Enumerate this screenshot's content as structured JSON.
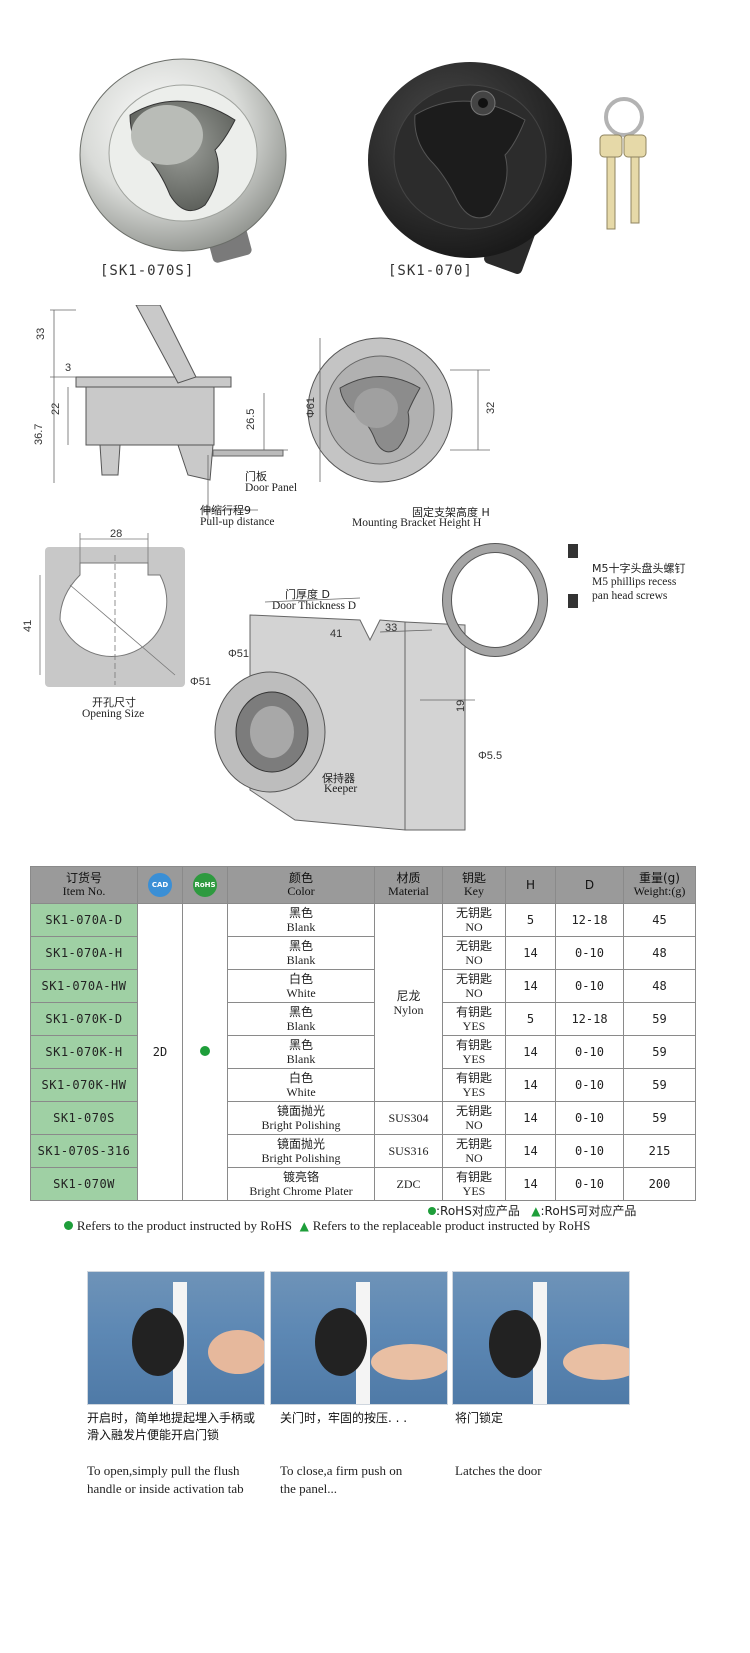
{
  "products": {
    "steel_caption": "[SK1-070S]",
    "nylon_caption": "[SK1-070]"
  },
  "side_view": {
    "dims": [
      "33",
      "3",
      "22",
      "36.7",
      "26.5"
    ],
    "door_panel_zh": "门板",
    "door_panel_en": "Door Panel",
    "pullup_zh": "伸缩行程9",
    "pullup_en": "Pull-up  distance"
  },
  "front_view": {
    "dims": [
      "Φ61",
      "32"
    ],
    "bracket_zh": "固定支架高度 H",
    "bracket_en": "Mounting Bracket Height H"
  },
  "opening": {
    "dims": [
      "28",
      "41",
      "Φ51"
    ],
    "label_zh": "开孔尺寸",
    "label_en": "Opening Size"
  },
  "install": {
    "door_thickness_zh": "门厚度 D",
    "door_thickness_en": "Door Thickness D",
    "dims": [
      "41",
      "33",
      "Φ51",
      "19",
      "Φ5.5"
    ],
    "keeper_zh": "保持器",
    "keeper_en": "Keeper",
    "screws_zh": "M5十字头盘头螺钉",
    "screws_en_1": "M5 phillips recess",
    "screws_en_2": "pan head screws"
  },
  "table": {
    "headers": {
      "item_zh": "订货号",
      "item_en": "Item No.",
      "cad": "CAD",
      "rohs": "RoHS",
      "color_zh": "颜色",
      "color_en": "Color",
      "material_zh": "材质",
      "material_en": "Material",
      "key_zh": "钥匙",
      "key_en": "Key",
      "h": "H",
      "d": "D",
      "weight_zh": "重量(g)",
      "weight_en": "Weight:(g)"
    },
    "cad_value": "2D",
    "rows": [
      {
        "item": "SK1-070A-D",
        "color_zh": "黑色",
        "color_en": "Blank",
        "key_zh": "无钥匙",
        "key_en": "NO",
        "h": "5",
        "d": "12-18",
        "w": "45"
      },
      {
        "item": "SK1-070A-H",
        "color_zh": "黑色",
        "color_en": "Blank",
        "key_zh": "无钥匙",
        "key_en": "NO",
        "h": "14",
        "d": "0-10",
        "w": "48"
      },
      {
        "item": "SK1-070A-HW",
        "color_zh": "白色",
        "color_en": "White",
        "key_zh": "无钥匙",
        "key_en": "NO",
        "h": "14",
        "d": "0-10",
        "w": "48"
      },
      {
        "item": "SK1-070K-D",
        "color_zh": "黑色",
        "color_en": "Blank",
        "key_zh": "有钥匙",
        "key_en": "YES",
        "h": "5",
        "d": "12-18",
        "w": "59"
      },
      {
        "item": "SK1-070K-H",
        "color_zh": "黑色",
        "color_en": "Blank",
        "key_zh": "有钥匙",
        "key_en": "YES",
        "h": "14",
        "d": "0-10",
        "w": "59"
      },
      {
        "item": "SK1-070K-HW",
        "color_zh": "白色",
        "color_en": "White",
        "key_zh": "有钥匙",
        "key_en": "YES",
        "h": "14",
        "d": "0-10",
        "w": "59"
      },
      {
        "item": "SK1-070S",
        "color_zh": "镜面抛光",
        "color_en": "Bright Polishing",
        "key_zh": "无钥匙",
        "key_en": "NO",
        "h": "14",
        "d": "0-10",
        "w": "59",
        "material": "SUS304"
      },
      {
        "item": "SK1-070S-316",
        "color_zh": "镜面抛光",
        "color_en": "Bright Polishing",
        "key_zh": "无钥匙",
        "key_en": "NO",
        "h": "14",
        "d": "0-10",
        "w": "215",
        "material": "SUS316"
      },
      {
        "item": "SK1-070W",
        "color_zh": "镀亮铬",
        "color_en": "Bright Chrome Plater",
        "key_zh": "有钥匙",
        "key_en": "YES",
        "h": "14",
        "d": "0-10",
        "w": "200",
        "material": "ZDC"
      }
    ],
    "nylon_zh": "尼龙",
    "nylon_en": "Nylon"
  },
  "legend": {
    "rohs_zh": ":RoHS对应产品",
    "replaceable_zh": ":RoHS可对应产品",
    "rohs_en": "Refers to the product instructed by RoHS",
    "replaceable_en": "Refers to the replaceable product instructed by RoHS",
    "green": "#1e9e3a"
  },
  "steps": [
    {
      "zh": "开启时，简单地提起埋入手柄或滑入融发片便能开启门锁",
      "en": "To open,simply pull the flush handle or inside activation tab"
    },
    {
      "zh": "关门时，牢固的按压. . .",
      "en": "To close,a firm push on the panel..."
    },
    {
      "zh": "将门锁定",
      "en": "Latches the door"
    }
  ]
}
